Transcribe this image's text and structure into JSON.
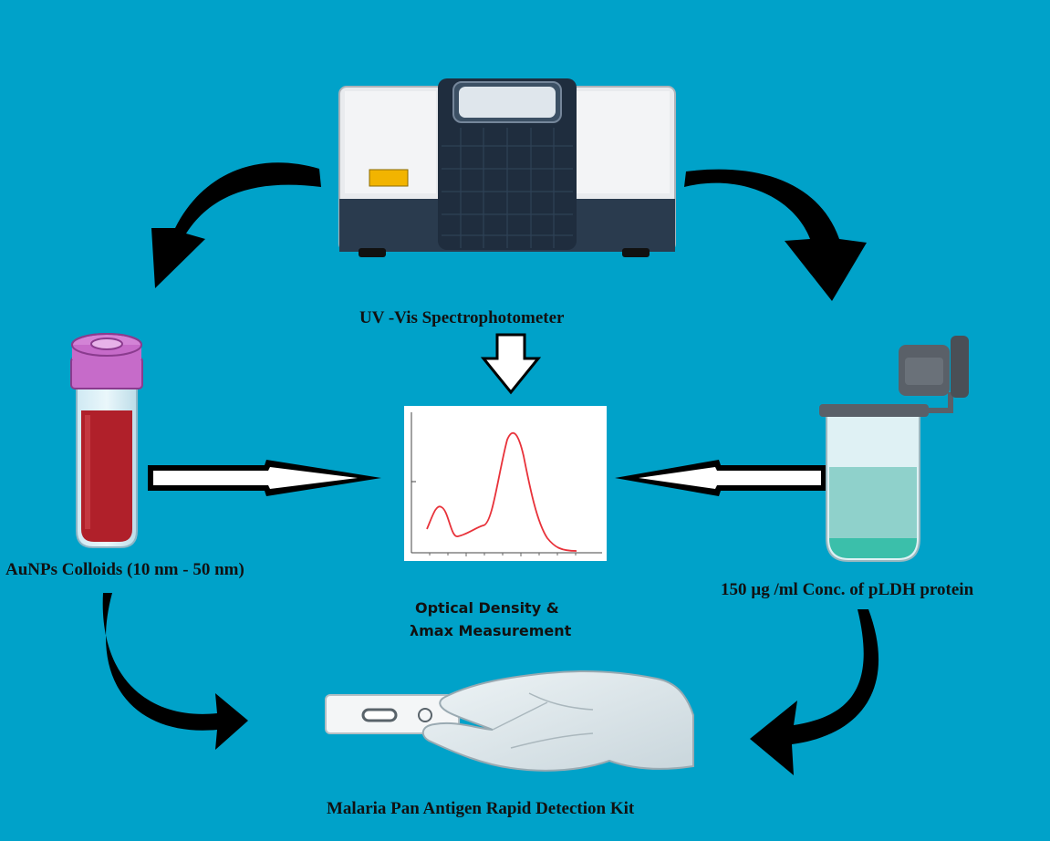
{
  "labels": {
    "spectrophotometer": "UV -Vis Spectrophotometer",
    "colloids": "AuNPs Colloids (10 nm - 50 nm)",
    "protein": "150 µg /ml Conc. of pLDH protein",
    "measurement_line1": "Optical Density &",
    "measurement_line2": "λmax  Measurement",
    "kit": "Malaria Pan  Antigen Rapid Detection Kit"
  },
  "colors": {
    "background": "#00a2c9",
    "arrow": "#000000",
    "colloid": "#b0202a",
    "tube_cap": "#c66bc9",
    "protein_liquid": "#3bbfaa",
    "spectrum_line": "#e8323a",
    "indicator": "#f2b400"
  },
  "icons": [
    "spectrophotometer-icon",
    "test-tube-icon",
    "vial-icon",
    "test-kit-icon",
    "glove-icon"
  ]
}
